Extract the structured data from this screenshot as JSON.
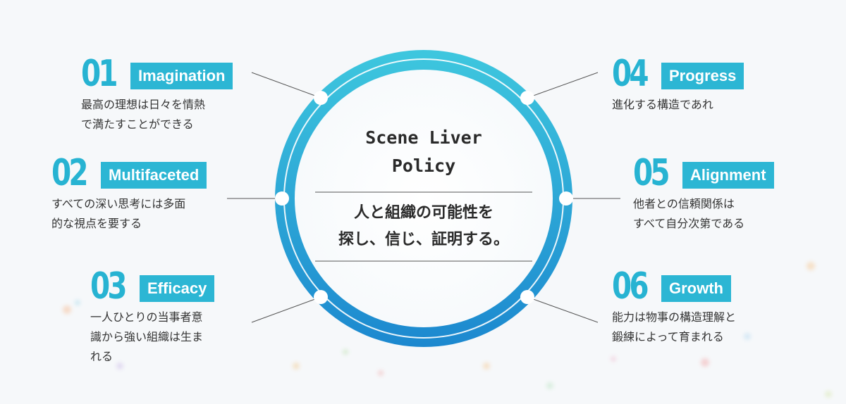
{
  "center": {
    "title": "Scene Liver\nPolicy",
    "message": "人と組織の可能性を\n探し、信じ、証明する。"
  },
  "items": [
    {
      "number": "01",
      "label": "Imagination",
      "description": "最高の理想は日々を情熱\nで満たすことができる"
    },
    {
      "number": "02",
      "label": "Multifaceted",
      "description": "すべての深い思考には多面\n的な視点を要する"
    },
    {
      "number": "03",
      "label": "Efficacy",
      "description": "一人ひとりの当事者意\n識から強い組織は生ま\nれる"
    },
    {
      "number": "04",
      "label": "Progress",
      "description": "進化する構造であれ"
    },
    {
      "number": "05",
      "label": "Alignment",
      "description": "他者との信頼関係は\nすべて自分次第である"
    },
    {
      "number": "06",
      "label": "Growth",
      "description": "能力は物事の構造理解と\n鍛練によって育まれる"
    }
  ],
  "colors": {
    "accent": "#2cb6d4",
    "ring_outer": "#1f8fd0",
    "ring_inner": "#35c1dc",
    "text": "#333333",
    "background": "#f6f8fa"
  }
}
